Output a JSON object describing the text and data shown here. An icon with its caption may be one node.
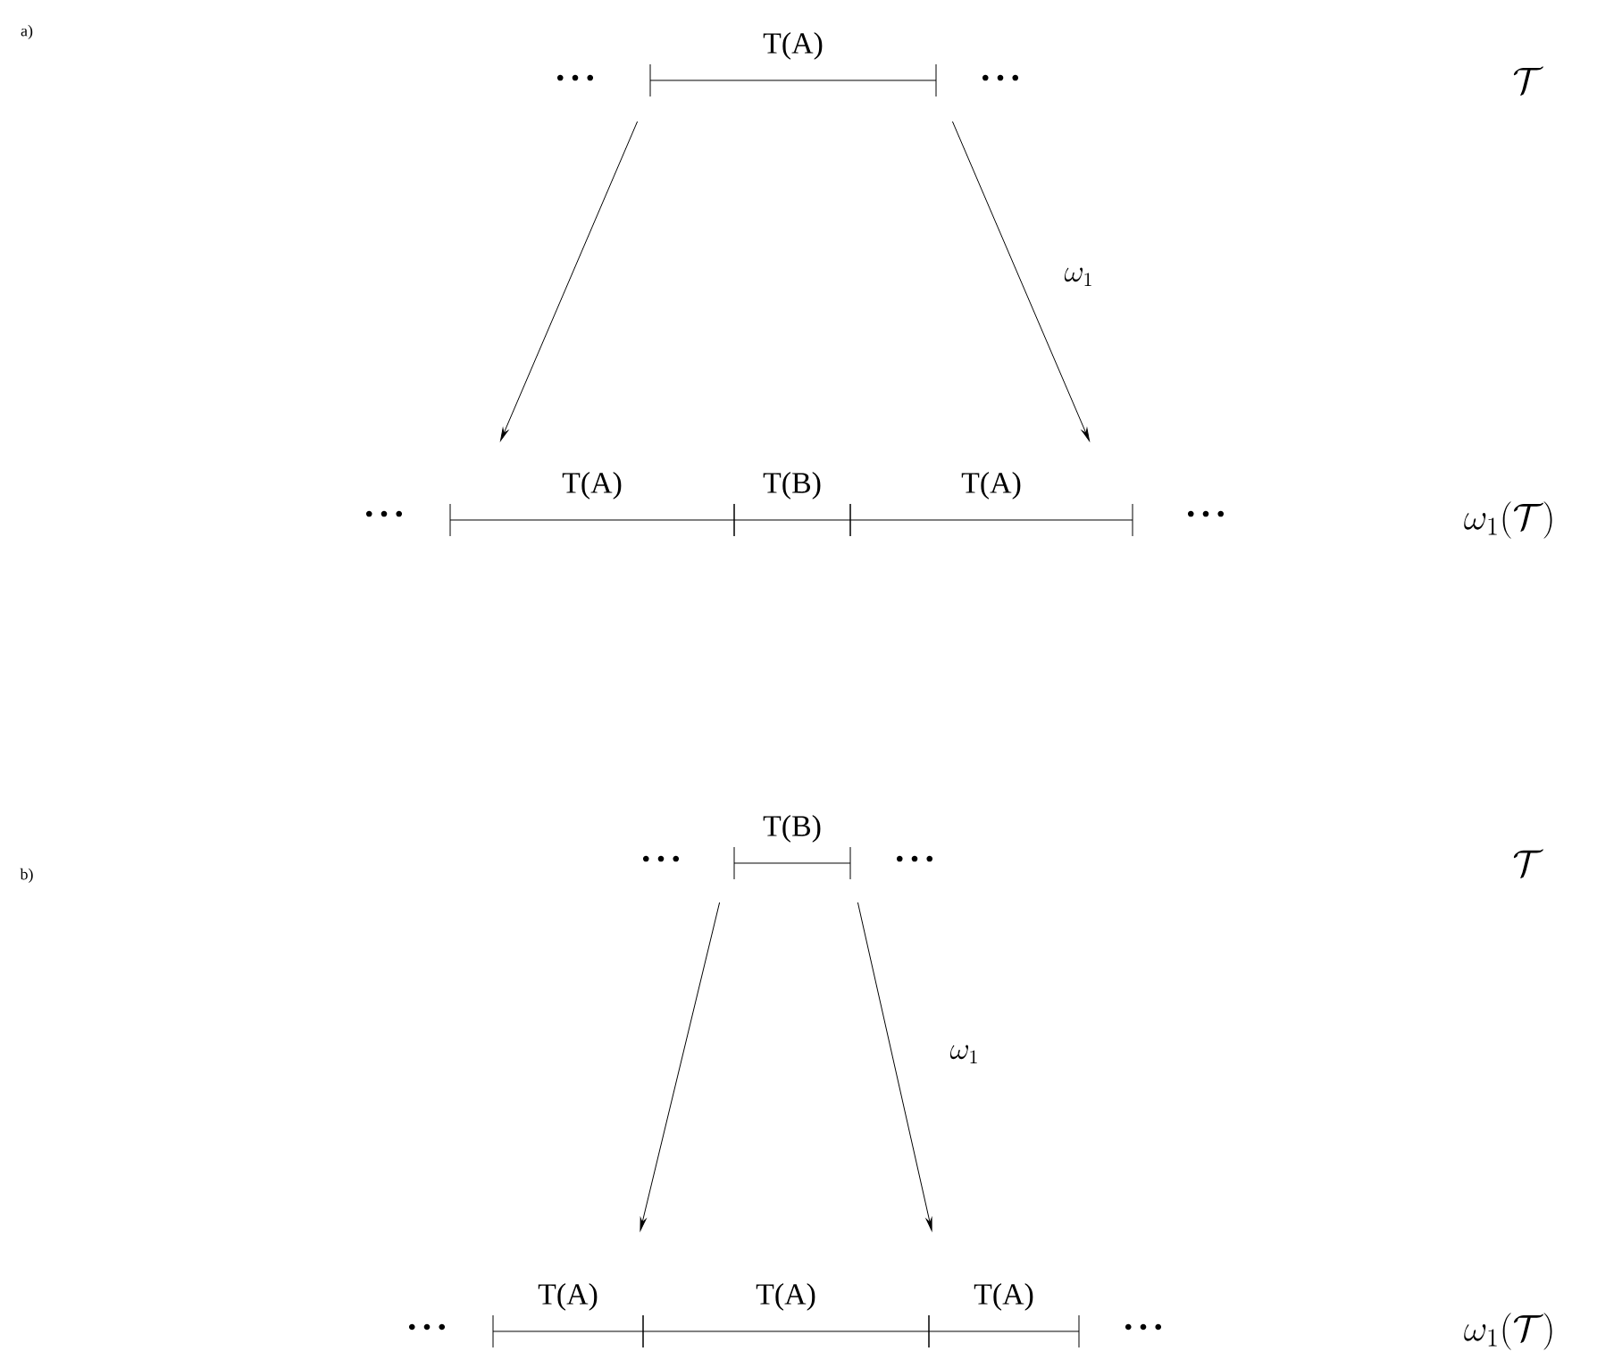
{
  "diagram": {
    "nodes": [
      {
        "text": [
          "T(A)"
        ]
      },
      {
        "text": [
          "T(A)"
        ]
      },
      {
        "text": [
          "T(B)"
        ]
      },
      {
        "text": [
          "T(A)"
        ]
      },
      {
        "text": [
          "T(B)"
        ]
      },
      {
        "text": [
          "T(A)"
        ]
      },
      {
        "text": [
          "T(A)"
        ]
      },
      {
        "text": [
          "T(A)"
        ]
      }
    ],
    "edges": [
      {
        "from": 0,
        "to": 1,
        "arrow": "to"
      },
      {
        "from": 0,
        "to": 3,
        "arrow": "to",
        "label": "\\omega_1"
      },
      {
        "from": 4,
        "to": 5,
        "arrow": "to"
      },
      {
        "from": 4,
        "to": 7,
        "arrow": "to",
        "label": "\\omega_1"
      }
    ],
    "labels": [
      "a)",
      "• • •",
      "• • •",
      "\\mathcal{T}",
      "• • •",
      "• • •",
      "\\omega_1(\\mathcal{T})",
      "b)",
      "• • •",
      "• • •",
      "\\mathcal{T}",
      "• • •",
      "• • •",
      "\\omega_1(\\mathcal{T})"
    ]
  }
}
